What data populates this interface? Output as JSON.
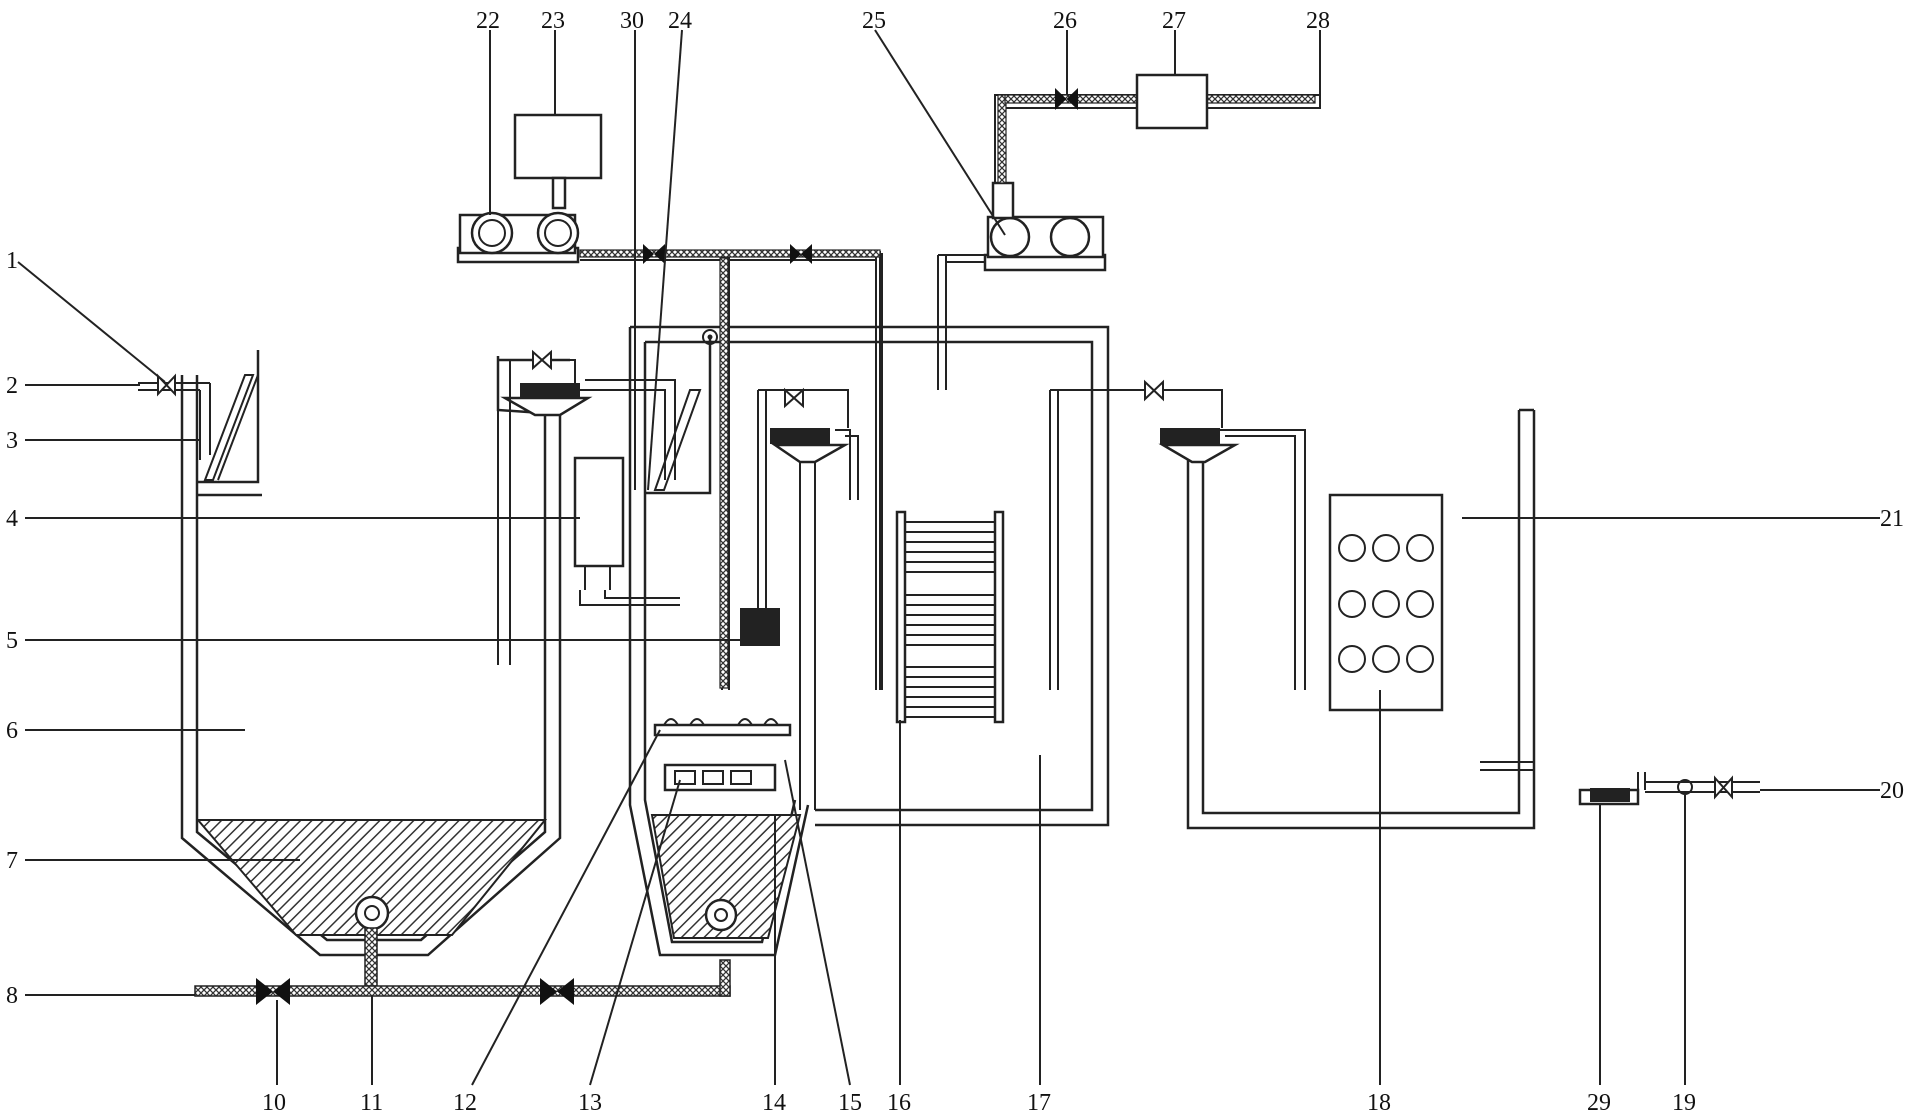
{
  "labels": {
    "n1": "1",
    "n2": "2",
    "n3": "3",
    "n4": "4",
    "n5": "5",
    "n6": "6",
    "n7": "7",
    "n8": "8",
    "n10": "10",
    "n11": "11",
    "n12": "12",
    "n13": "13",
    "n14": "14",
    "n15": "15",
    "n16": "16",
    "n17": "17",
    "n18": "18",
    "n19": "19",
    "n20": "20",
    "n21": "21",
    "n22": "22",
    "n23": "23",
    "n24": "24",
    "n25": "25",
    "n26": "26",
    "n27": "27",
    "n28": "28",
    "n29": "29",
    "n30": "30"
  },
  "colors": {
    "line": "#222222",
    "hatch": "#333333",
    "background": "#ffffff"
  }
}
